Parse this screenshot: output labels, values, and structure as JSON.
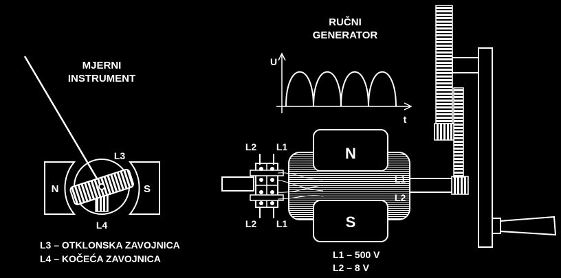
{
  "meter": {
    "title_line1": "MJERNI",
    "title_line2": "INSTRUMENT",
    "pole_n": "N",
    "pole_s": "S",
    "coil_l3": "L3",
    "coil_l4": "L4",
    "legend_line1": "L3 – OTKLONSKA ZAVOJNICA",
    "legend_line2": "L4 – KOČEĆA ZAVOJNICA"
  },
  "generator": {
    "title_line1": "RUČNI",
    "title_line2": "GENERATOR",
    "graph_ylabel": "U",
    "graph_xlabel": "t",
    "pole_n": "N",
    "pole_s": "S",
    "terminal_top_l2": "L2",
    "terminal_top_l1": "L1",
    "terminal_bottom_l2": "L2",
    "terminal_bottom_l1": "L1",
    "winding_l1": "L1",
    "winding_l2": "L2",
    "voltage_line1": "L1 – 500 V",
    "voltage_line2": "L2 – 8 V"
  }
}
